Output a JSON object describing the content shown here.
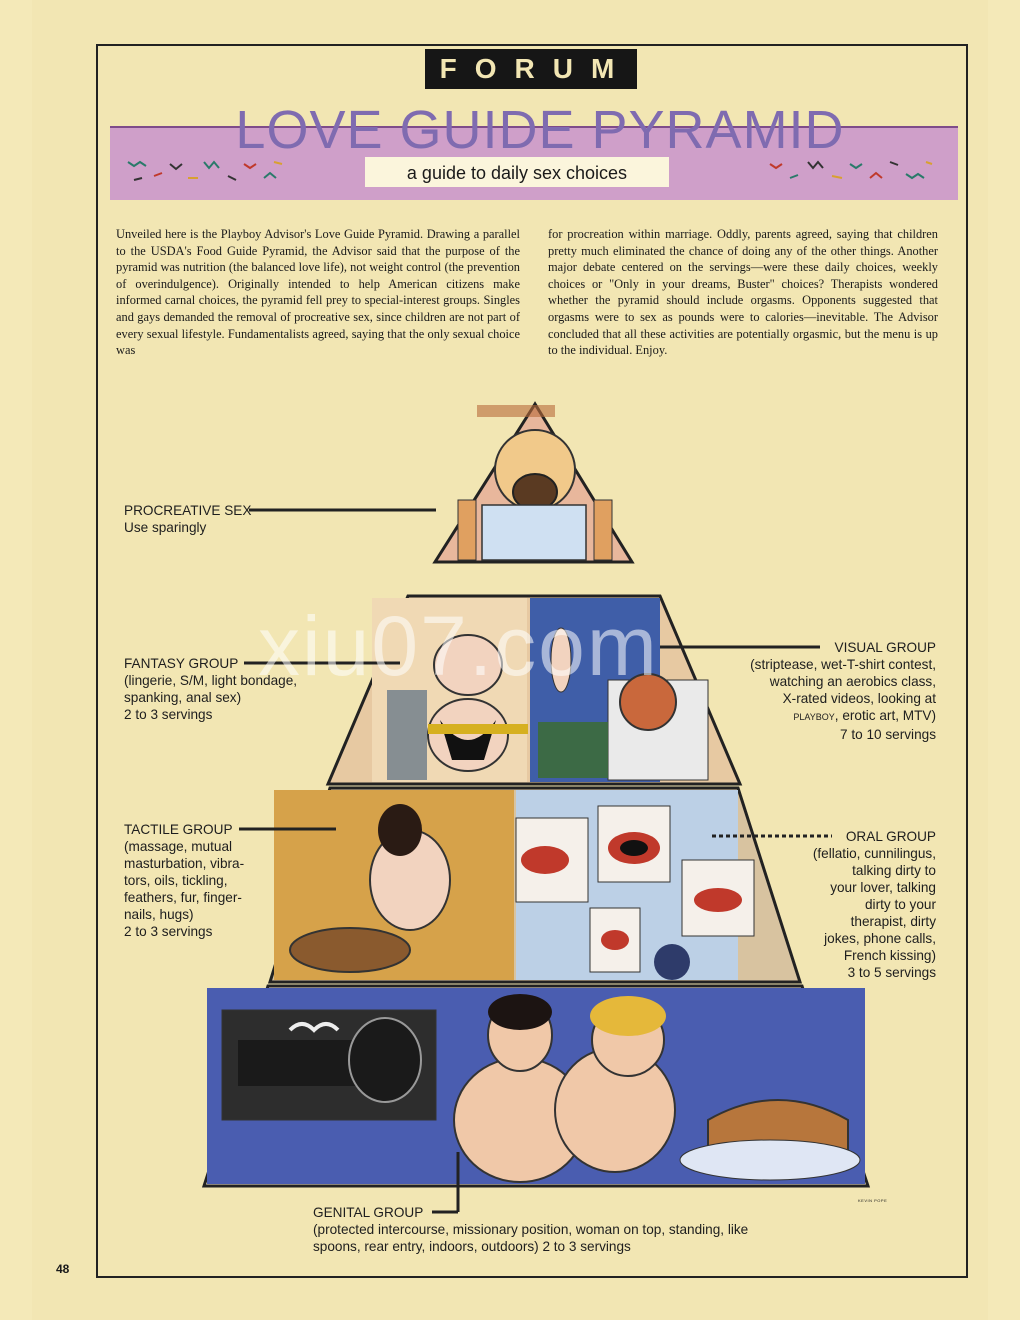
{
  "header": {
    "section": "FORUM",
    "title": "LOVE GUIDE PYRAMID",
    "subtitle": "a guide to daily sex choices"
  },
  "intro": {
    "left": "Unveiled here is the Playboy Advisor's Love Guide Pyramid. Drawing a parallel to the USDA's Food Guide Pyramid, the Advisor said that the purpose of the pyramid was nutrition (the balanced love life), not weight control (the prevention of overindulgence). Originally intended to help American citizens make informed carnal choices, the pyramid fell prey to special-interest groups. Singles and gays demanded the removal of procreative sex, since children are not part of every sexual lifestyle. Fundamentalists agreed, saying that the only sexual choice was",
    "right": "for procreation within marriage. Oddly, parents agreed, saying that children pretty much eliminated the chance of doing any of the other things. Another major debate centered on the servings—were these daily choices, weekly choices or \"Only in your dreams, Buster\" choices? Therapists wondered whether the pyramid should include orgasms. Opponents suggested that orgasms were to sex as pounds were to calories—inevitable. The Advisor concluded that all these activities are potentially orgasmic, but the menu is up to the individual. Enjoy."
  },
  "groups": {
    "procreative": {
      "name": "PROCREATIVE SEX",
      "lines": [
        "Use sparingly"
      ]
    },
    "fantasy": {
      "name": "FANTASY GROUP",
      "lines": [
        "(lingerie, S/M, light bondage,",
        "spanking, anal sex)",
        "2 to 3 servings"
      ]
    },
    "visual": {
      "name": "VISUAL GROUP",
      "lines": [
        "(striptease, wet-T-shirt contest,",
        "watching an aerobics class,",
        "X-rated videos, looking at"
      ],
      "playboy": "PLAYBOY",
      "line4_rest": ", erotic art, MTV)",
      "servings": "7 to 10 servings"
    },
    "tactile": {
      "name": "TACTILE GROUP",
      "lines": [
        "(massage, mutual",
        "masturbation, vibra-",
        "tors, oils, tickling,",
        "feathers, fur, finger-",
        "nails, hugs)",
        "2 to 3 servings"
      ]
    },
    "oral": {
      "name": "ORAL GROUP",
      "lines": [
        "(fellatio, cunnilingus,",
        "talking dirty to",
        "your lover, talking",
        "dirty to your",
        "therapist, dirty",
        "jokes, phone calls,",
        "French kissing)",
        "3 to 5 servings"
      ]
    },
    "genital": {
      "name": "GENITAL GROUP",
      "lines": [
        "(protected intercourse, missionary position, woman on top, standing, like",
        "spoons, rear entry, indoors, outdoors) 2 to 3 servings"
      ]
    }
  },
  "footer": {
    "page_number": "48",
    "credit": "KEVIN POPE"
  },
  "watermark": "xiu07.com",
  "colors": {
    "band": "#cf9fc9",
    "title": "#7f6bb0",
    "pyramid_outline": "#222222"
  }
}
